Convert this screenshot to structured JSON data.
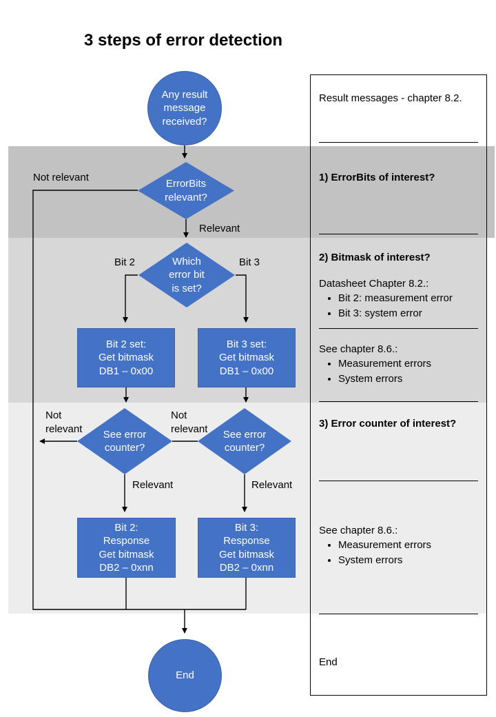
{
  "title": "3 steps of error detection",
  "colors": {
    "node_fill": "#4472c4",
    "node_border": "#3a62ab",
    "node_text": "#ffffff",
    "band_1": "#c2c2c2",
    "band_2": "#d7d7d7",
    "band_3": "#ededed",
    "connector": "#000000",
    "panel_border": "#000000"
  },
  "flow": {
    "nodes": {
      "start": "Any result\nmessage\nreceived?",
      "errorbits": "ErrorBits\nrelevant?",
      "which_bit": "Which\nerror bit\nis set?",
      "bit2_set": "Bit 2 set:\nGet bitmask\nDB1 – 0x00",
      "bit3_set": "Bit 3 set:\nGet bitmask\nDB1 – 0x00",
      "see_counter_left": "See error\ncounter?",
      "see_counter_right": "See error\ncounter?",
      "bit2_response": "Bit 2:\nResponse\nGet bitmask\nDB2 – 0xnn",
      "bit3_response": "Bit 3:\nResponse\nGet bitmask\nDB2 – 0xnn",
      "end": "End"
    },
    "edge_labels": {
      "not_relevant_top": "Not relevant",
      "relevant_top": "Relevant",
      "bit2": "Bit 2",
      "bit3": "Bit 3",
      "not_relevant_left": "Not relevant",
      "not_relevant_mid": "Not relevant",
      "relevant_left": "Relevant",
      "relevant_right": "Relevant"
    }
  },
  "panel": {
    "sec1_title": "Result messages - chapter 8.2.",
    "sec2_title": "1) ErrorBits of interest?",
    "sec3_title": "2) Bitmask of interest?",
    "sec3_sub": "Datasheet Chapter 8.2.:",
    "sec3_bullets": [
      "Bit 2: measurement error",
      "Bit 3: system error"
    ],
    "sec4_sub": "See chapter 8.6.:",
    "sec4_bullets": [
      "Measurement errors",
      "System errors"
    ],
    "sec5_title": "3) Error counter of interest?",
    "sec6_sub": "See chapter 8.6.:",
    "sec6_bullets": [
      "Measurement errors",
      "System errors"
    ],
    "sec7_text": "End"
  }
}
